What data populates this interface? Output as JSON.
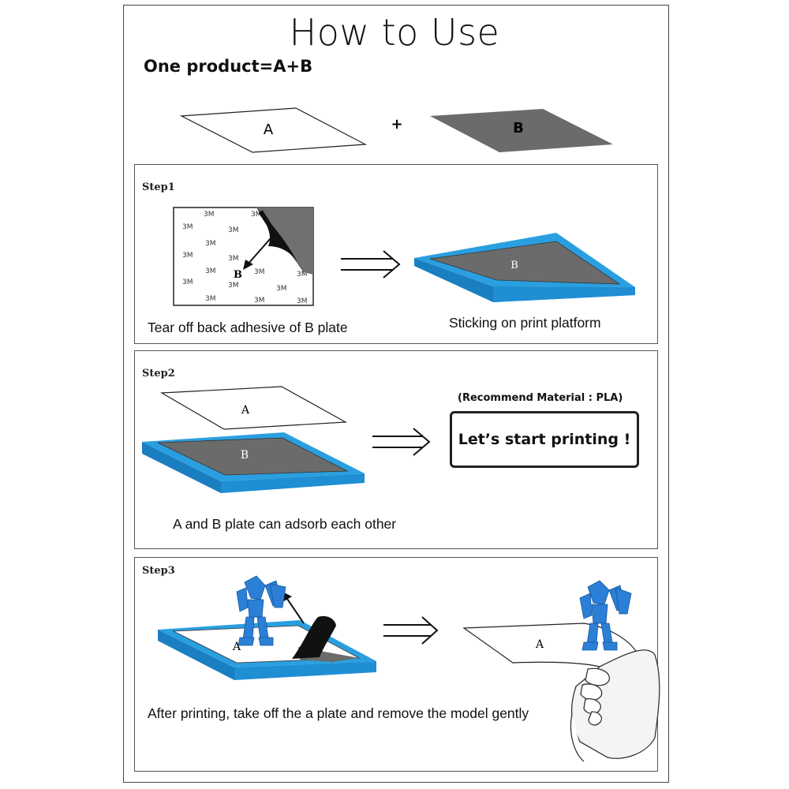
{
  "header": {
    "title": "How to Use",
    "subtitle": "One product=A+B"
  },
  "overview": {
    "plate_a": "A",
    "plus": "+",
    "plate_b": "B"
  },
  "step1": {
    "label": "Step1",
    "sheet_marks": [
      "3M",
      "3M",
      "3M",
      "3M",
      "3M",
      "3M",
      "3M",
      "3M",
      "3M",
      "3M",
      "3M",
      "3M",
      "3M",
      "3M",
      "3M",
      "3M"
    ],
    "sheet_letter": "B",
    "platform_letter": "B",
    "caption_left": "Tear off back adhesive of B plate",
    "caption_right": "Sticking on print platform"
  },
  "step2": {
    "label": "Step2",
    "plate_a": "A",
    "plate_b": "B",
    "recommend": "(Recommend Material : PLA)",
    "start": "Let’s start printing !",
    "caption": "A and B plate can adsorb each other"
  },
  "step3": {
    "label": "Step3",
    "plate_a_left": "A",
    "plate_a_right": "A",
    "caption": "After printing, take off the a plate and remove the model gently"
  },
  "colors": {
    "frame_blue": "#2a9fe0",
    "frame_blue_dark": "#1a7fc0",
    "plate_gray": "#6b6b6b",
    "model_blue": "#2b7fd6"
  }
}
